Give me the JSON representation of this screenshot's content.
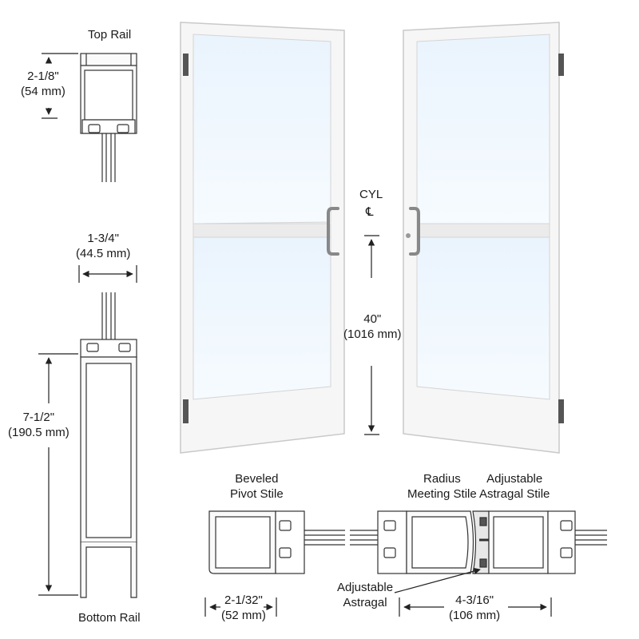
{
  "sections": {
    "top_rail": {
      "title": "Top Rail",
      "dim": "2-1/8\"",
      "dim_mm": "(54 mm)"
    },
    "rail_width": {
      "dim": "1-3/4\"",
      "dim_mm": "(44.5 mm)"
    },
    "bottom_rail": {
      "title": "Bottom Rail",
      "dim": "7-1/2\"",
      "dim_mm": "(190.5 mm)"
    }
  },
  "doors": {
    "cyl": "CYL",
    "centerline": "℄",
    "height": "40\"",
    "height_mm": "(1016 mm)"
  },
  "stiles": {
    "beveled_pivot": {
      "line1": "Beveled",
      "line2": "Pivot Stile",
      "dim": "2-1/32\"",
      "dim_mm": "(52 mm)"
    },
    "radius_meeting": {
      "line1": "Radius",
      "line2": "Meeting Stile"
    },
    "adjustable_astragal_stile": {
      "line1": "Adjustable",
      "line2": "Astragal Stile"
    },
    "adjustable_astragal": {
      "line1": "Adjustable",
      "line2": "Astragal"
    },
    "meeting_dim": "4-3/16\"",
    "meeting_dim_mm": "(106 mm)"
  },
  "colors": {
    "line": "#333333",
    "frame": "#f4f4f4",
    "glass": "#eef6fd",
    "hinge": "#555555"
  }
}
